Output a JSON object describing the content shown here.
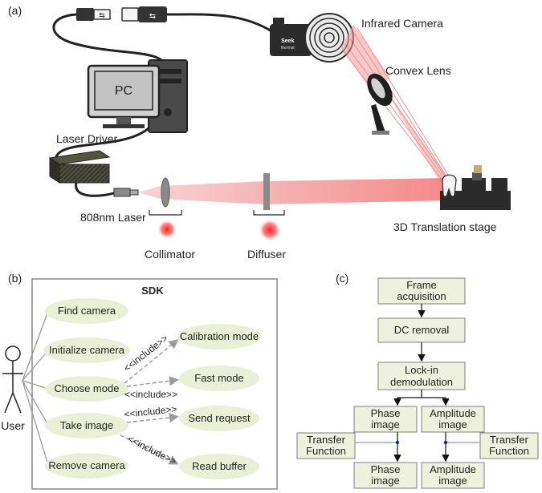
{
  "panel_a": {
    "label": "(a)",
    "pc_label": "PC",
    "camera_brand": "Seek",
    "camera_sub": "thermal",
    "infrared_camera": "Infrared Camera",
    "convex_lens": "Convex Lens",
    "laser_driver": "Laser Driver",
    "laser": "808nm Laser",
    "collimator": "Collimator",
    "diffuser": "Diffuser",
    "stage": "3D Translation stage"
  },
  "panel_b": {
    "label": "(b)",
    "sdk_title": "SDK",
    "actor": "User",
    "use_cases": [
      "Find camera",
      "Initialize camera",
      "Choose mode",
      "Take image",
      "Remove camera"
    ],
    "targets": [
      "Calibration mode",
      "Fast mode",
      "Send request",
      "Read buffer"
    ],
    "include": "<<include>>"
  },
  "panel_c": {
    "label": "(c)",
    "frame_acq": [
      "Frame",
      "acquisition"
    ],
    "dc_removal": "DC removal",
    "lockin": [
      "Lock-in",
      "demodulation"
    ],
    "phase_img": [
      "Phase",
      "image"
    ],
    "amp_img": [
      "Amplitude",
      "image"
    ],
    "transfer": [
      "Transfer",
      "Function"
    ]
  },
  "colors": {
    "box_fill": "#eef2dc",
    "box_stroke": "#7f7f7f",
    "ellipse_fill": "#eaf0d6",
    "laser_red": "#e8404a",
    "dashed_gray": "#9a9a9a"
  }
}
